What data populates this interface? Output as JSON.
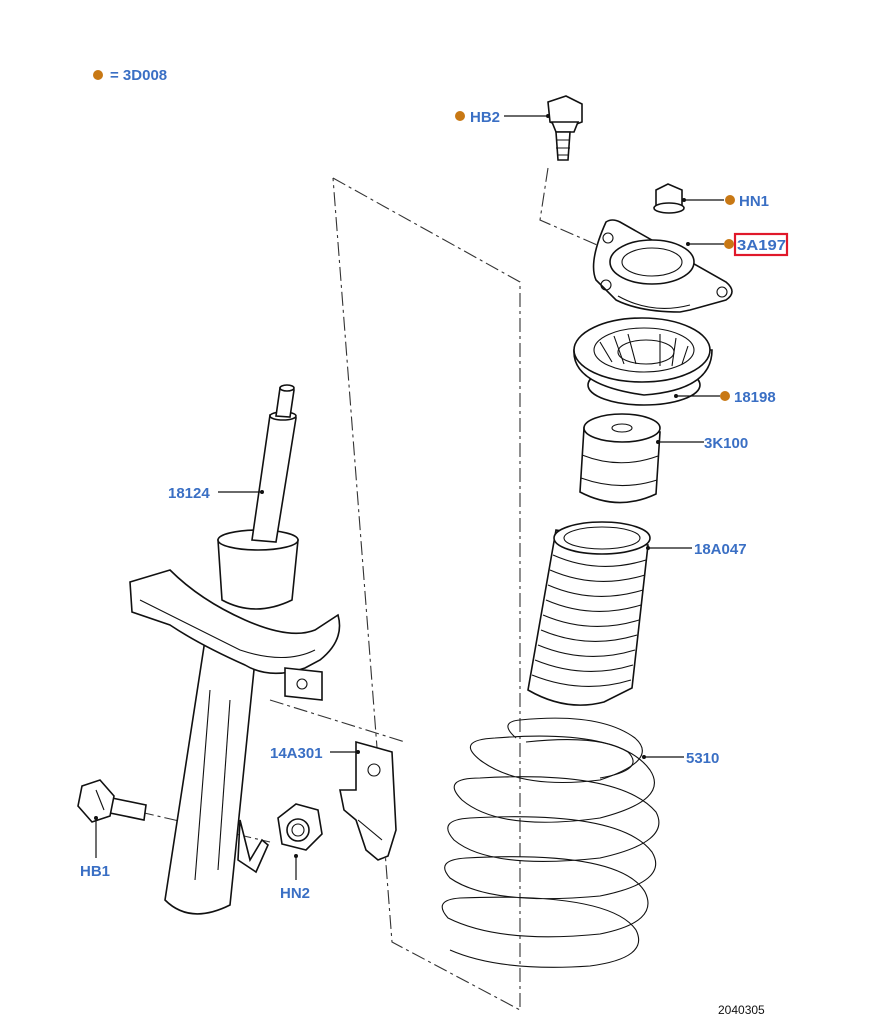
{
  "legend": {
    "dot_color": "#c87814",
    "text": "= 3D008"
  },
  "labels": {
    "hb2": "HB2",
    "hn1": "HN1",
    "mount": "3A197",
    "bearing": "18198",
    "bumper": "3K100",
    "boot": "18A047",
    "spring": "5310",
    "strut": "18124",
    "bracket": "14A301",
    "hb1": "HB1",
    "hn2": "HN2"
  },
  "reference_number": "2040305",
  "colors": {
    "label": "#3a6fc4",
    "dot": "#c87814",
    "highlight": "#e0182a"
  }
}
